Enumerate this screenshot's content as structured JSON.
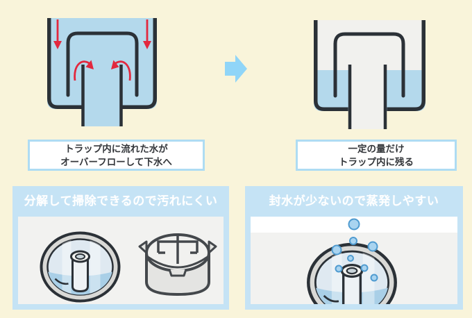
{
  "top_section": {
    "left_caption": {
      "line1": "トラップ内に流れた水が",
      "line2": "オーバーフローして下水へ"
    },
    "right_caption": {
      "line1": "一定の量だけ",
      "line2": "トラップ内に残る"
    }
  },
  "bottom_section": {
    "left_panel": {
      "title": "分解して掃除できるので汚れにくい"
    },
    "right_panel": {
      "title": "封水が少ないので蒸発しやすい"
    }
  },
  "icons": {
    "flow_arrows": "red-down-arrow-icon",
    "overflow_arrows": "red-curved-arrow-icon",
    "transition": "right-arrow-icon",
    "bubbles": "evaporation-bubble-icon"
  },
  "colors": {
    "background": "#f9f4da",
    "water_blue": "#b4d9ec",
    "outline_dark": "#2b3137",
    "arrow_red": "#e2283e",
    "big_arrow_blue": "#90d5f8",
    "panel_blue": "#c5e3f5",
    "label_border_blue": "#aedcf3",
    "inner_box_gray": "#f2f2f0",
    "bowl_rim_gray": "#d9d9d6",
    "bowl_water": "#a9cfe7"
  }
}
